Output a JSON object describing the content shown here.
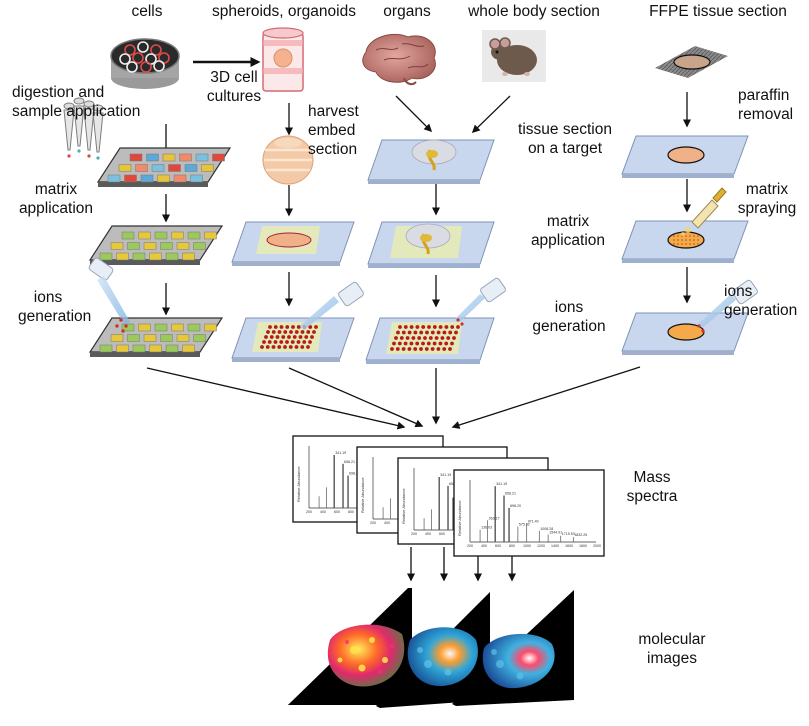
{
  "headers": {
    "cells": "cells",
    "spheroids": "spheroids, organoids",
    "organs": "organs",
    "whole_body": "whole body section",
    "ffpe": "FFPE tissue section"
  },
  "cells_branch": {
    "digestion": [
      "digestion and",
      "sample application"
    ],
    "matrix": [
      "matrix",
      "application"
    ],
    "ions": [
      "ions",
      "generation"
    ]
  },
  "spheroid_branch": {
    "culture": [
      "3D cell",
      "cultures"
    ],
    "harvest": [
      "harvest",
      "embed",
      "section"
    ]
  },
  "tissue_branch": {
    "section": [
      "tissue section",
      "on a target"
    ],
    "matrix": [
      "matrix",
      "application"
    ],
    "ions": [
      "ions",
      "generation"
    ]
  },
  "ffpe_branch": {
    "paraffin": [
      "paraffin",
      "removal"
    ],
    "spraying": [
      "matrix",
      "spraying"
    ],
    "ions": [
      "ions",
      "generation"
    ]
  },
  "spectra_label": [
    "Mass",
    "spectra"
  ],
  "spectra_peaks": [
    "341.19",
    "658.21",
    "698.20",
    "263.17",
    "136.03",
    "575.32",
    "971.40",
    "1008.28",
    "1544.01",
    "1715.53",
    "1832.25"
  ],
  "spectra_ticks": [
    "200",
    "400",
    "600",
    "800",
    "1000",
    "1200",
    "1400",
    "1600",
    "1800",
    "2000"
  ],
  "spectra_ylabel": "Relative Abundance",
  "images_label": [
    "molecular",
    "images"
  ],
  "colors": {
    "slide": "#c9d7ee",
    "slide_edge": "#7f93b8",
    "matrix_layer": "#e6ebb4",
    "well_red": "#e0483c",
    "well_blue": "#5aa9d8",
    "well_yellow": "#e8c43a",
    "spot_red": "#b61b15",
    "tissue_orange": "#f0b088",
    "beam": "#9fc4e8"
  }
}
